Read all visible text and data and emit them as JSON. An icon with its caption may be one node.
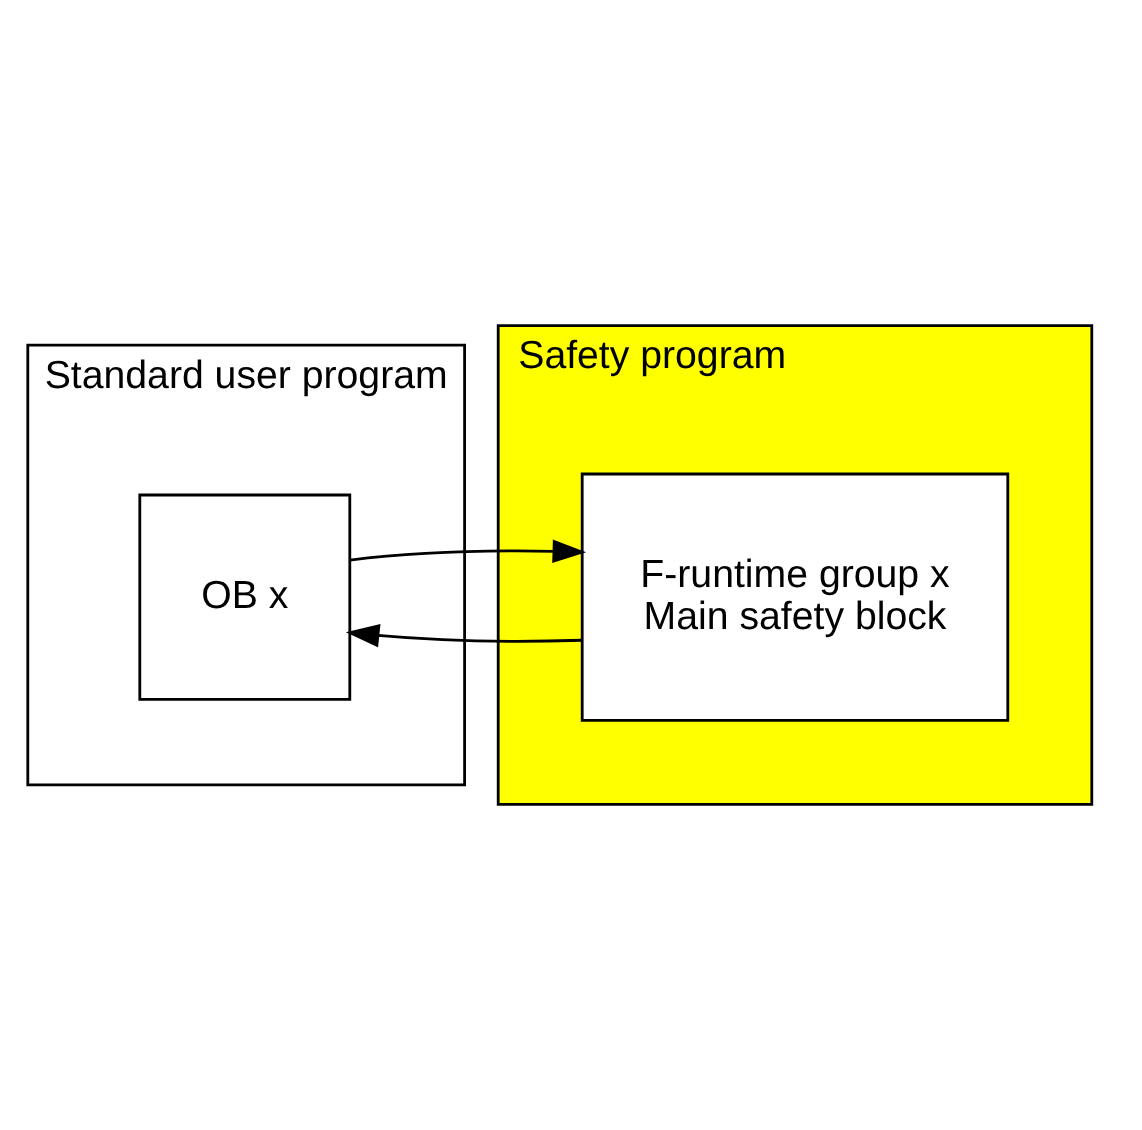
{
  "diagram": {
    "nodes": [
      {
        "text": [
          "Standard user program"
        ]
      },
      {
        "text": [
          "OB x"
        ],
        "in": 0
      },
      {
        "text": [
          "Safety program"
        ]
      },
      {
        "text": [
          "F-runtime group x",
          "Main safety block"
        ],
        "in": 2
      }
    ],
    "edges": [
      {
        "from": 1,
        "to": 3,
        "arrow": "to"
      },
      {
        "from": 3,
        "to": 1,
        "arrow": "to"
      }
    ]
  }
}
